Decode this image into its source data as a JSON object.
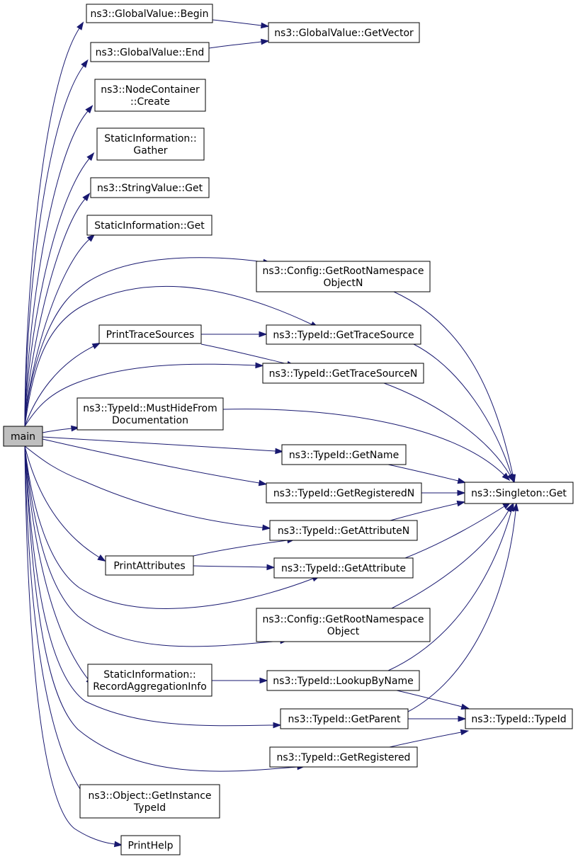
{
  "diagram": {
    "title": "",
    "edge_color": "#191970",
    "root_fill": "#bfbfbf",
    "node_fill": "#ffffff",
    "nodes": [
      {
        "id": "main",
        "lines": [
          "main"
        ],
        "root": true
      },
      {
        "id": "gv_begin",
        "lines": [
          "ns3::GlobalValue::Begin"
        ]
      },
      {
        "id": "gv_end",
        "lines": [
          "ns3::GlobalValue::End"
        ]
      },
      {
        "id": "gv_getvector",
        "lines": [
          "ns3::GlobalValue::GetVector"
        ]
      },
      {
        "id": "nc_create",
        "lines": [
          "ns3::NodeContainer",
          "::Create"
        ]
      },
      {
        "id": "si_gather",
        "lines": [
          "StaticInformation::",
          "Gather"
        ]
      },
      {
        "id": "sv_get",
        "lines": [
          "ns3::StringValue::Get"
        ]
      },
      {
        "id": "si_get",
        "lines": [
          "StaticInformation::Get"
        ]
      },
      {
        "id": "cfg_rootnsobjn",
        "lines": [
          "ns3::Config::GetRootNamespace",
          "ObjectN"
        ]
      },
      {
        "id": "print_trace",
        "lines": [
          "PrintTraceSources"
        ]
      },
      {
        "id": "tid_gettracesource",
        "lines": [
          "ns3::TypeId::GetTraceSource"
        ]
      },
      {
        "id": "tid_gettracesourcen",
        "lines": [
          "ns3::TypeId::GetTraceSourceN"
        ]
      },
      {
        "id": "tid_musthide",
        "lines": [
          "ns3::TypeId::MustHideFrom",
          "Documentation"
        ]
      },
      {
        "id": "tid_getname",
        "lines": [
          "ns3::TypeId::GetName"
        ]
      },
      {
        "id": "tid_getregisteredn",
        "lines": [
          "ns3::TypeId::GetRegisteredN"
        ]
      },
      {
        "id": "singleton_get",
        "lines": [
          "ns3::Singleton::Get"
        ]
      },
      {
        "id": "tid_getattributen",
        "lines": [
          "ns3::TypeId::GetAttributeN"
        ]
      },
      {
        "id": "print_attributes",
        "lines": [
          "PrintAttributes"
        ]
      },
      {
        "id": "tid_getattribute",
        "lines": [
          "ns3::TypeId::GetAttribute"
        ]
      },
      {
        "id": "cfg_rootnsobj",
        "lines": [
          "ns3::Config::GetRootNamespace",
          "Object"
        ]
      },
      {
        "id": "si_recordagg",
        "lines": [
          "StaticInformation::",
          "RecordAggregationInfo"
        ]
      },
      {
        "id": "tid_lookupbyname",
        "lines": [
          "ns3::TypeId::LookupByName"
        ]
      },
      {
        "id": "tid_getparent",
        "lines": [
          "ns3::TypeId::GetParent"
        ]
      },
      {
        "id": "tid_typeid",
        "lines": [
          "ns3::TypeId::TypeId"
        ]
      },
      {
        "id": "tid_getregistered",
        "lines": [
          "ns3::TypeId::GetRegistered"
        ]
      },
      {
        "id": "obj_getinstancetypeid",
        "lines": [
          "ns3::Object::GetInstance",
          "TypeId"
        ]
      },
      {
        "id": "print_help",
        "lines": [
          "PrintHelp"
        ]
      }
    ],
    "edges": [
      {
        "from": "main",
        "to": "gv_begin"
      },
      {
        "from": "main",
        "to": "gv_end"
      },
      {
        "from": "main",
        "to": "nc_create"
      },
      {
        "from": "main",
        "to": "si_gather"
      },
      {
        "from": "main",
        "to": "sv_get"
      },
      {
        "from": "main",
        "to": "si_get"
      },
      {
        "from": "main",
        "to": "cfg_rootnsobjn"
      },
      {
        "from": "main",
        "to": "tid_gettracesource"
      },
      {
        "from": "main",
        "to": "print_trace"
      },
      {
        "from": "main",
        "to": "tid_gettracesourcen"
      },
      {
        "from": "main",
        "to": "tid_musthide"
      },
      {
        "from": "main",
        "to": "tid_getname"
      },
      {
        "from": "main",
        "to": "tid_getregisteredn"
      },
      {
        "from": "main",
        "to": "tid_getattributen"
      },
      {
        "from": "main",
        "to": "print_attributes"
      },
      {
        "from": "main",
        "to": "tid_getattribute"
      },
      {
        "from": "main",
        "to": "cfg_rootnsobj"
      },
      {
        "from": "main",
        "to": "si_recordagg"
      },
      {
        "from": "main",
        "to": "tid_getparent"
      },
      {
        "from": "main",
        "to": "tid_getregistered"
      },
      {
        "from": "main",
        "to": "obj_getinstancetypeid"
      },
      {
        "from": "main",
        "to": "print_help"
      },
      {
        "from": "gv_begin",
        "to": "gv_getvector"
      },
      {
        "from": "gv_end",
        "to": "gv_getvector"
      },
      {
        "from": "print_trace",
        "to": "tid_gettracesource"
      },
      {
        "from": "print_trace",
        "to": "tid_gettracesourcen"
      },
      {
        "from": "print_attributes",
        "to": "tid_getattributen"
      },
      {
        "from": "print_attributes",
        "to": "tid_getattribute"
      },
      {
        "from": "si_recordagg",
        "to": "tid_lookupbyname"
      },
      {
        "from": "cfg_rootnsobjn",
        "to": "singleton_get"
      },
      {
        "from": "tid_gettracesource",
        "to": "singleton_get"
      },
      {
        "from": "tid_gettracesourcen",
        "to": "singleton_get"
      },
      {
        "from": "tid_musthide",
        "to": "singleton_get"
      },
      {
        "from": "tid_getname",
        "to": "singleton_get"
      },
      {
        "from": "tid_getregisteredn",
        "to": "singleton_get"
      },
      {
        "from": "tid_getattributen",
        "to": "singleton_get"
      },
      {
        "from": "tid_getattribute",
        "to": "singleton_get"
      },
      {
        "from": "cfg_rootnsobj",
        "to": "singleton_get"
      },
      {
        "from": "tid_lookupbyname",
        "to": "singleton_get"
      },
      {
        "from": "tid_getparent",
        "to": "singleton_get"
      },
      {
        "from": "tid_lookupbyname",
        "to": "tid_typeid"
      },
      {
        "from": "tid_getparent",
        "to": "tid_typeid"
      },
      {
        "from": "tid_getregistered",
        "to": "tid_typeid"
      }
    ]
  }
}
